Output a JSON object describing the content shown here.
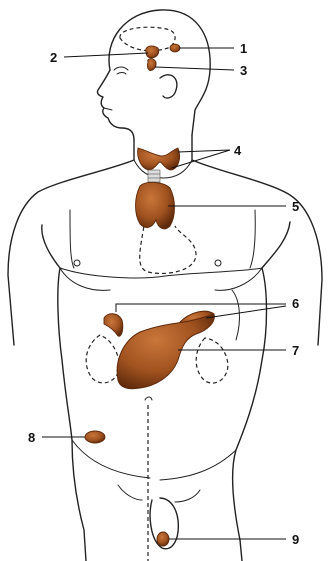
{
  "labels": {
    "l1": "1",
    "l2": "2",
    "l3": "3",
    "l4": "4",
    "l5": "5",
    "l6": "6",
    "l7": "7",
    "l8": "8",
    "l9": "9"
  },
  "colors": {
    "gland_fill": "#a0521f",
    "gland_dark": "#5e2a0c",
    "line": "#222222"
  }
}
